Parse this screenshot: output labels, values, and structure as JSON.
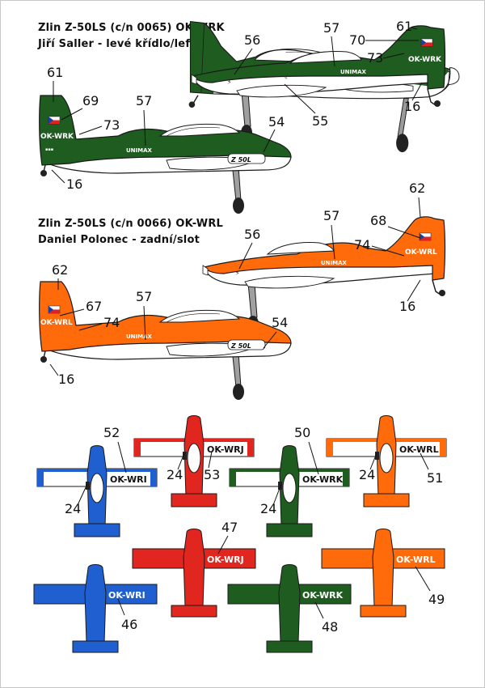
{
  "profiles": [
    {
      "title": "Zlin Z-50LS (c/n 0065) OK-WRK",
      "subtitle": "Jiří Saller - levé křídlo/left",
      "color": "#1f5c1f",
      "registration": "OK-WRK",
      "fuselage_text": "UNIMAX",
      "cowl_text": "Z 50L",
      "callouts_top": [
        "56",
        "57",
        "61",
        "70",
        "73",
        "55",
        "16"
      ],
      "callouts_bottom": [
        "61",
        "69",
        "57",
        "73",
        "54",
        "16"
      ]
    },
    {
      "title": "Zlin Z-50LS (c/n 0066) OK-WRL",
      "subtitle": "Daniel Polonec - zadní/slot",
      "color": "#ff6a0a",
      "registration": "OK-WRL",
      "fuselage_text": "UNIMAX",
      "cowl_text": "Z 50L",
      "callouts_top": [
        "56",
        "57",
        "62",
        "68",
        "74",
        "16"
      ],
      "callouts_bottom": [
        "62",
        "67",
        "57",
        "74",
        "54",
        "16"
      ]
    }
  ],
  "topviews": [
    {
      "reg": "OK-WRI",
      "color": "#1f5fd0",
      "callouts": [
        "52",
        "24"
      ]
    },
    {
      "reg": "OK-WRJ",
      "color": "#e0261e",
      "callouts": [
        "24",
        "53"
      ]
    },
    {
      "reg": "OK-WRK",
      "color": "#1f5c1f",
      "callouts": [
        "50",
        "24"
      ]
    },
    {
      "reg": "OK-WRL",
      "color": "#ff6a0a",
      "callouts": [
        "24",
        "51"
      ]
    }
  ],
  "bottomviews": [
    {
      "reg": "OK-WRJ",
      "color": "#e0261e",
      "callout": "47"
    },
    {
      "reg": "OK-WRL",
      "color": "#ff6a0a",
      "callout": "49"
    },
    {
      "reg": "OK-WRI",
      "color": "#1f5fd0",
      "callout": "46"
    },
    {
      "reg": "OK-WRK",
      "color": "#1f5c1f",
      "callout": "48"
    }
  ],
  "colors": {
    "green": "#1f5c1f",
    "orange": "#ff6a0a",
    "red": "#e0261e",
    "blue": "#1f5fd0",
    "white": "#ffffff",
    "outline": "#1a1a1a"
  }
}
